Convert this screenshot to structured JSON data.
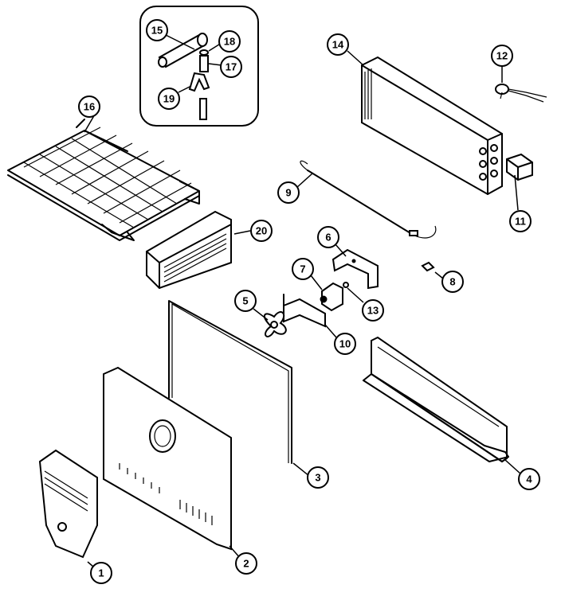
{
  "callouts": [
    {
      "id": "1",
      "label": "1"
    },
    {
      "id": "2",
      "label": "2"
    },
    {
      "id": "3",
      "label": "3"
    },
    {
      "id": "4",
      "label": "4"
    },
    {
      "id": "5",
      "label": "5"
    },
    {
      "id": "6",
      "label": "6"
    },
    {
      "id": "7",
      "label": "7"
    },
    {
      "id": "8",
      "label": "8"
    },
    {
      "id": "9",
      "label": "9"
    },
    {
      "id": "10",
      "label": "10"
    },
    {
      "id": "11",
      "label": "11"
    },
    {
      "id": "12",
      "label": "12"
    },
    {
      "id": "13",
      "label": "13"
    },
    {
      "id": "14",
      "label": "14"
    },
    {
      "id": "15",
      "label": "15"
    },
    {
      "id": "16",
      "label": "16"
    },
    {
      "id": "17",
      "label": "17"
    },
    {
      "id": "18",
      "label": "18"
    },
    {
      "id": "19",
      "label": "19"
    },
    {
      "id": "20",
      "label": "20"
    }
  ]
}
